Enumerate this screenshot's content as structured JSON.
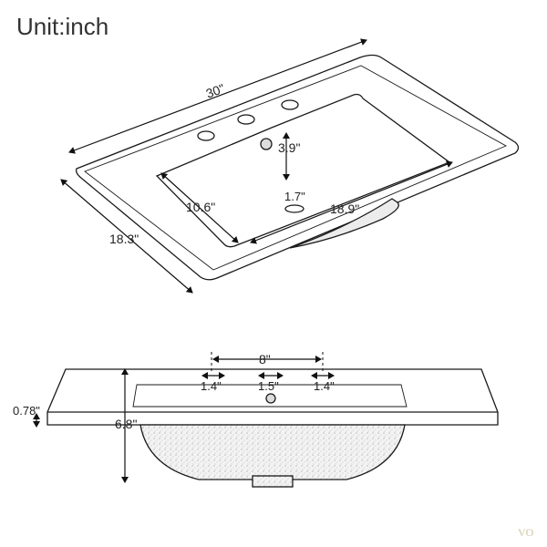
{
  "unit_label": "Unit:inch",
  "top_view": {
    "width": "30\"",
    "depth": "18.3\"",
    "bowl_front_back": "10.6\"",
    "bowl_width": "18.9\"",
    "faucet_to_bowl": "3.9\"",
    "drain_diameter": "1.7\""
  },
  "side_view": {
    "faucet_spread": "8\"",
    "left_hole": "1.4\"",
    "center_hole": "1.5\"",
    "right_hole": "1.4\"",
    "deck_thickness": "0.78\"",
    "total_height": "6.8\""
  },
  "watermark": "VO"
}
